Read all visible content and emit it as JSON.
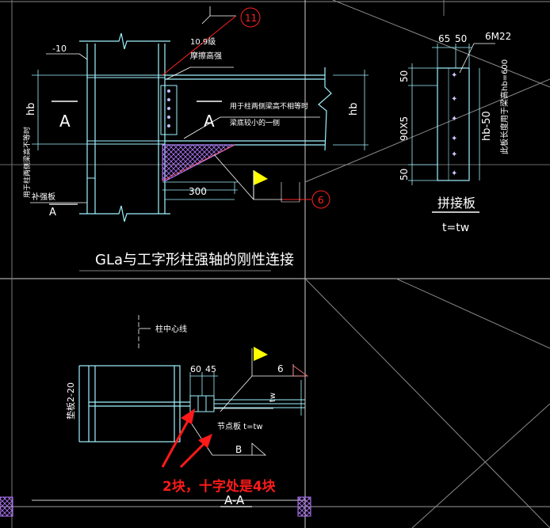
{
  "colors": {
    "background": "#000000",
    "frame": "#ffffff",
    "frame_dim": "#9a9a9a",
    "member": "#9ff2ff",
    "hatch": "#b478ff",
    "dim": "#8cf0ff",
    "weld": "#ffff00",
    "annotation": "#ff2020",
    "label_red": "#ff1a1a"
  },
  "detail_top": {
    "plate_thk": "-10",
    "bolt_spec": "10.9级",
    "bolt_type": "摩擦高强",
    "section_mark_left": "A",
    "section_mark_right": "A",
    "height_left": "hb",
    "height_right": "hb",
    "note_line1": "用于柱两侧梁高不相等时",
    "note_line2": "梁底较小的一侧",
    "vertical_note": "用于柱两侧梁高不等时",
    "stiffener_label": "补强板",
    "stiffener_mark": "A",
    "dim_300": "300",
    "callout_11": "11",
    "callout_6": "6",
    "title": "GLa与工字形柱强轴的刚性连接"
  },
  "splice_plate": {
    "dim_top_a": "65",
    "dim_top_b": "50",
    "bolt_count": "6M22",
    "dim_50_top": "50",
    "dim_90": "90X5",
    "dim_50_bot": "50",
    "hb_50": "hb-50",
    "vertical_note": "此板长度用于梁高hb=600",
    "title": "拼接板",
    "thickness": "t=tw"
  },
  "detail_bottom": {
    "center_line": "柱中心线",
    "left_label": "垫板2-20",
    "dim_60": "60",
    "dim_45": "45",
    "weld_6": "6",
    "tw": "tw",
    "node_plate": "节点板 t=tw",
    "mark_B": "B",
    "section_AA": "A-A",
    "red_note": "2块，十字处是4块"
  }
}
